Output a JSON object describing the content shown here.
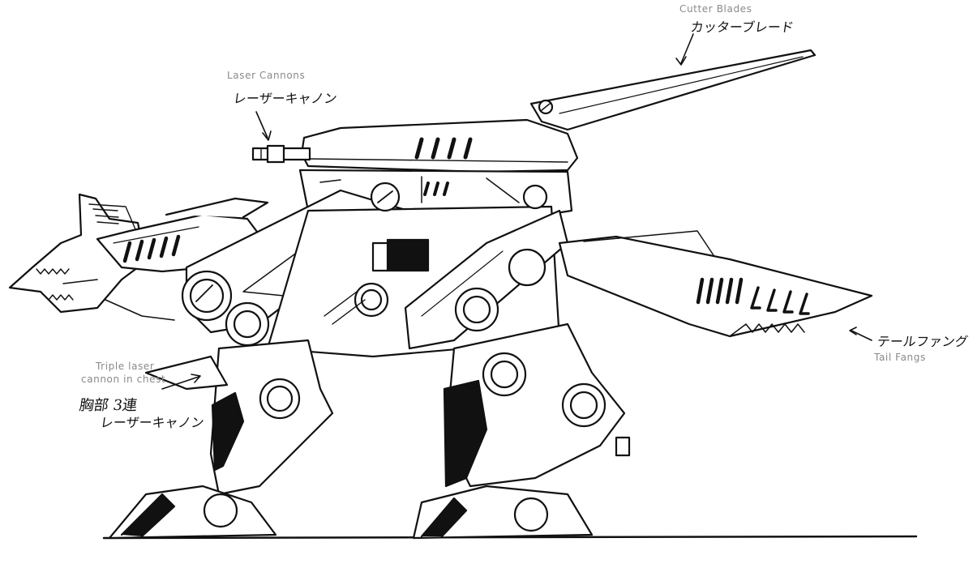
{
  "labels": {
    "cutter_blades": {
      "en": "Cutter Blades",
      "jp": "カッターブレード"
    },
    "laser_cannons": {
      "en": "Laser Cannons",
      "jp": "レーザーキャノン"
    },
    "triple_laser": {
      "en_line1": "Triple laser",
      "en_line2": "cannon in chest",
      "jp_line1": "胸部 3連",
      "jp_line2": "レーザーキャノン"
    },
    "tail_fangs": {
      "en": "Tail Fangs",
      "jp": "テールファング"
    }
  },
  "colors": {
    "ink": "#111111",
    "annotation": "#8a8a8a",
    "paper": "#ffffff"
  }
}
